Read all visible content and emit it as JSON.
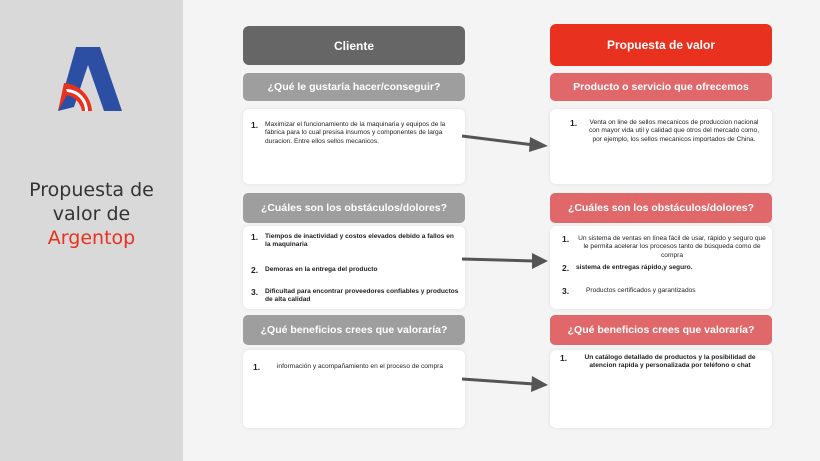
{
  "sidebar": {
    "title_line1": "Propuesta de",
    "title_line2": "valor de",
    "brand": "Argentop"
  },
  "client": {
    "header": "Cliente",
    "sections": [
      {
        "title": "¿Qué le gustaría hacer/conseguir?",
        "items": [
          {
            "num": "1.",
            "text": "Maximizar el funcionamiento de la maquinaria y equipos de la fábrica para lo cual presisa insumos y componentes de larga duracion. Entre ellos sellos mecanicos."
          }
        ]
      },
      {
        "title": "¿Cuáles son los obstáculos/dolores?",
        "items": [
          {
            "num": "1.",
            "text": "Tiempos de inactividad y costos elevados debido a fallos en la maquinaria"
          },
          {
            "num": "2.",
            "text": "Demoras en la entrega del producto"
          },
          {
            "num": "3.",
            "text": "Dificultad para encontrar proveedores confiables y productos de alta calidad"
          }
        ]
      },
      {
        "title": "¿Qué beneficios crees que valoraría?",
        "items": [
          {
            "num": "1.",
            "text": "información y acompañamiento en el proceso de compra"
          }
        ]
      }
    ]
  },
  "value": {
    "header": "Propuesta de valor",
    "sections": [
      {
        "title": "Producto o servicio que ofrecemos",
        "items": [
          {
            "num": "1.",
            "text": "Venta on line de sellos mecanicos de produccion nacional con mayor vida util y calidad que otros  del mercado como, por ejemplo, los sellos mecanicos importados  de China."
          }
        ]
      },
      {
        "title": "¿Cuáles son los obstáculos/dolores?",
        "items": [
          {
            "num": "1.",
            "text": "Un sistema de ventas en línea fácil de usar, rápido y seguro que le permita acelerar los procesos tanto de búsqueda como de compra"
          },
          {
            "num": "2.",
            "text": "sistema de entregas rápido,y seguro."
          },
          {
            "num": "3.",
            "text": "Productos certificados y garantizados"
          }
        ]
      },
      {
        "title": "¿Qué beneficios crees que valoraría?",
        "items": [
          {
            "num": "1.",
            "text": "Un catálogo detallado de productos y la posibilidad de atencion rapida y personalizada por teléfono o chat"
          }
        ]
      }
    ]
  },
  "colors": {
    "client_header": "#666666",
    "client_section": "#9e9e9e",
    "value_header": "#e8311e",
    "value_section": "#e0686a",
    "sidebar_bg": "#d9d9d9",
    "logo_blue": "#2c4ea3",
    "logo_red": "#e8311e"
  }
}
